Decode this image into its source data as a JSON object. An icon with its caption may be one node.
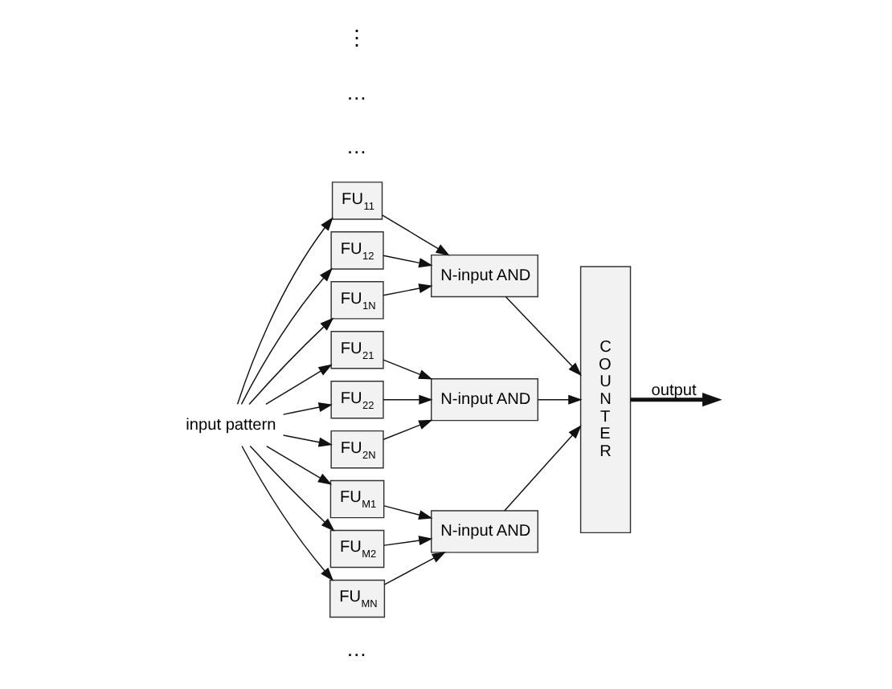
{
  "diagram": {
    "nodes": [
      {
        "text": [
          "input pattern"
        ]
      },
      {
        "text": [
          "FU$_{11}$"
        ]
      },
      {
        "text": [
          "FU$_{12}$"
        ]
      },
      {
        "text": [
          "FU$_{1N}$"
        ]
      },
      {
        "text": [
          "N-input AND"
        ]
      },
      {
        "text": [
          "FU$_{21}$"
        ]
      },
      {
        "text": [
          "FU$_{22}$"
        ]
      },
      {
        "text": [
          "FU$_{2N}$"
        ]
      },
      {
        "text": [
          "N-input AND"
        ]
      },
      {
        "text": [
          "FU$_{M1}$"
        ]
      },
      {
        "text": [
          "FU$_{M2}$"
        ]
      },
      {
        "text": [
          "FU$_{MN}$"
        ]
      },
      {
        "text": [
          "N-input AND"
        ]
      },
      {
        "text": [
          "C O U N T E R"
        ]
      }
    ],
    "edges": [
      {
        "from": 0,
        "to": 1,
        "arrow": "to"
      },
      {
        "from": 0,
        "to": 2,
        "arrow": "to"
      },
      {
        "from": 0,
        "to": 3,
        "arrow": "to"
      },
      {
        "from": 0,
        "to": 5,
        "arrow": "to"
      },
      {
        "from": 0,
        "to": 6,
        "arrow": "to"
      },
      {
        "from": 0,
        "to": 7,
        "arrow": "to"
      },
      {
        "from": 0,
        "to": 9,
        "arrow": "to"
      },
      {
        "from": 0,
        "to": 10,
        "arrow": "to"
      },
      {
        "from": 0,
        "to": 11,
        "arrow": "to"
      },
      {
        "from": 1,
        "to": 4,
        "arrow": "to"
      },
      {
        "from": 2,
        "to": 4,
        "arrow": "to"
      },
      {
        "from": 3,
        "to": 4,
        "arrow": "to"
      },
      {
        "from": 5,
        "to": 8,
        "arrow": "to"
      },
      {
        "from": 6,
        "to": 8,
        "arrow": "to"
      },
      {
        "from": 7,
        "to": 8,
        "arrow": "to"
      },
      {
        "from": 9,
        "to": 12,
        "arrow": "to"
      },
      {
        "from": 10,
        "to": 12,
        "arrow": "to"
      },
      {
        "from": 11,
        "to": 12,
        "arrow": "to"
      },
      {
        "from": 4,
        "to": 13,
        "arrow": "to"
      },
      {
        "from": 8,
        "to": 13,
        "arrow": "to"
      },
      {
        "from": 12,
        "to": 13,
        "arrow": "to"
      },
      {
        "from": 13,
        "to": null,
        "arrow": "to",
        "label": "output",
        "style": "thick"
      }
    ],
    "labels": [
      "…",
      "…",
      "…",
      "⋮"
    ]
  }
}
